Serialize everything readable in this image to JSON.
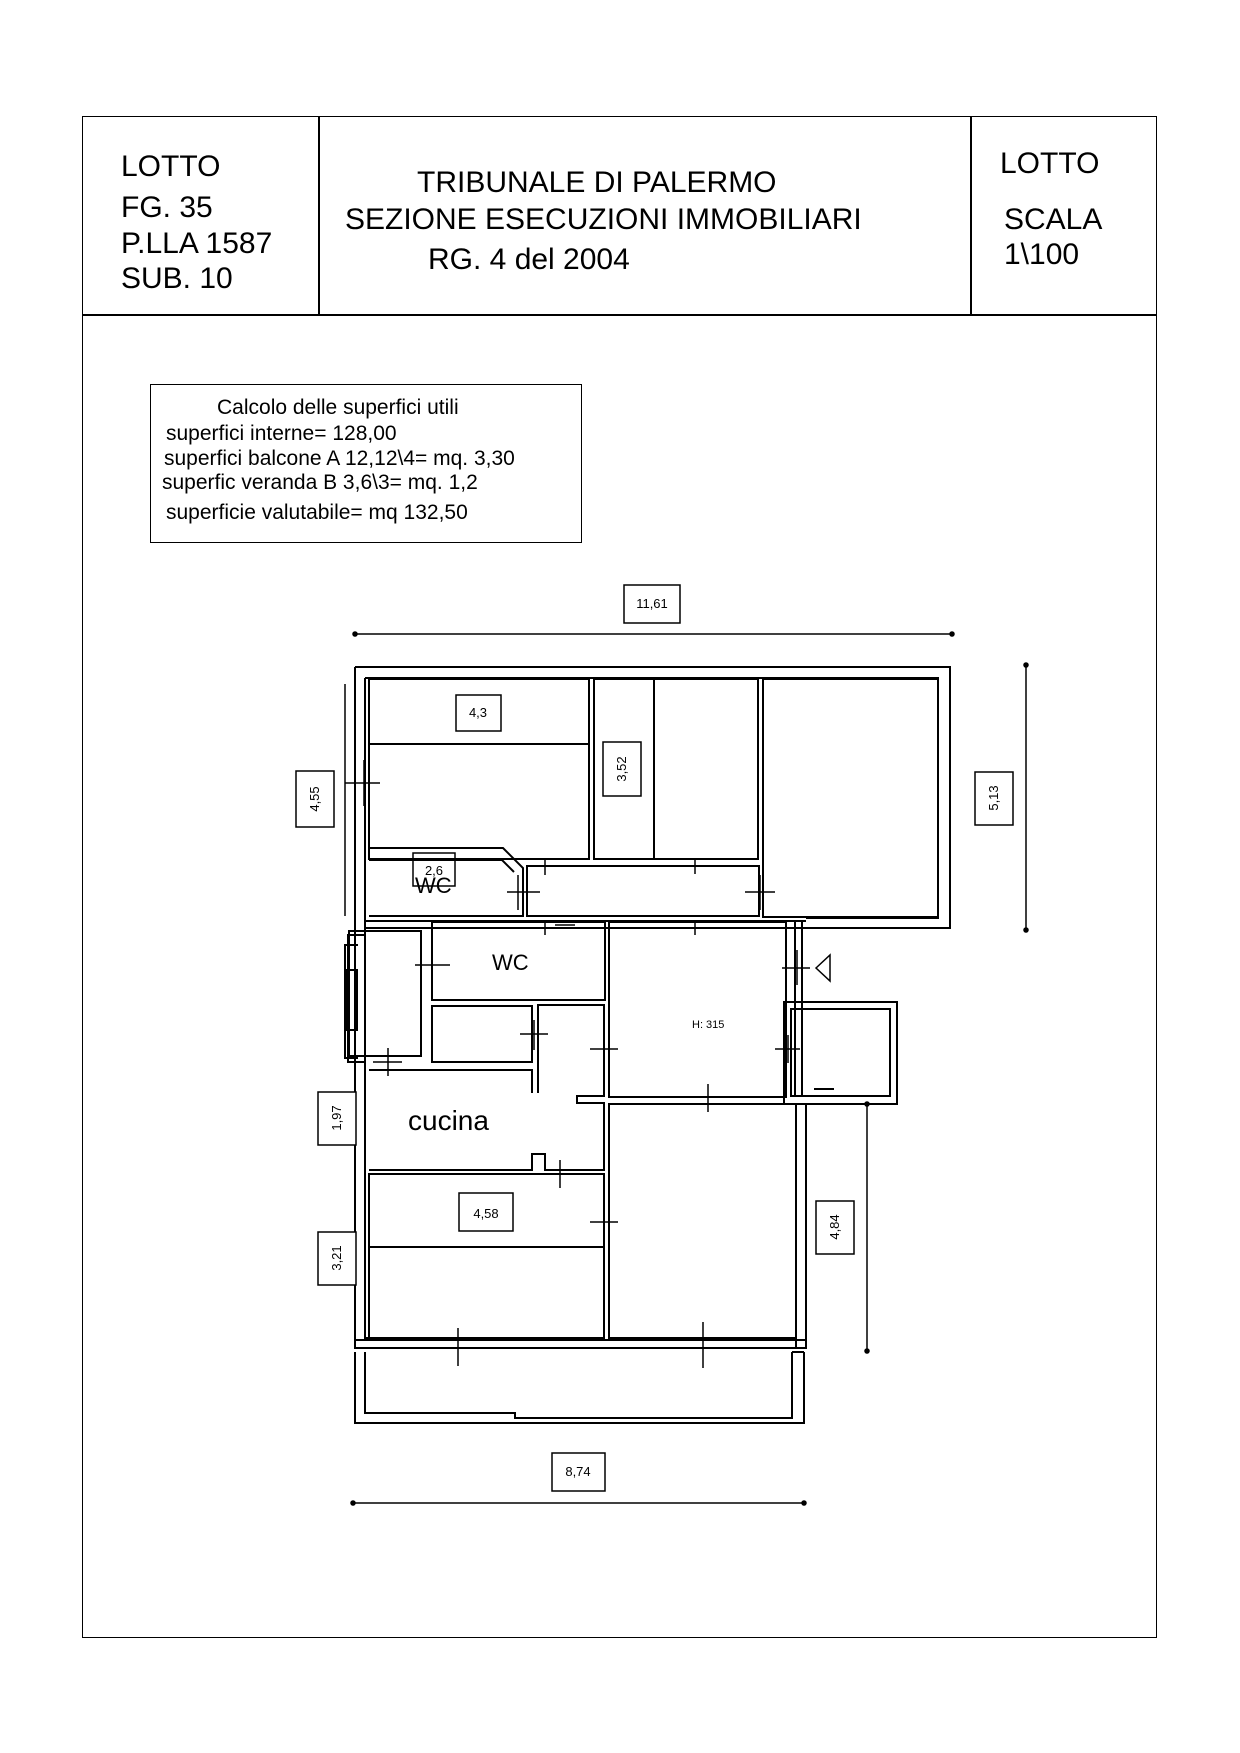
{
  "header": {
    "left": {
      "line1": "LOTTO",
      "line2": "FG.  35",
      "line3": "P.LLA 1587",
      "line4": "SUB. 10"
    },
    "center": {
      "line1": "TRIBUNALE DI PALERMO",
      "line2": "SEZIONE ESECUZIONI IMMOBILIARI",
      "line3": "RG. 4 del 2004"
    },
    "right": {
      "line1": "LOTTO",
      "line2": "SCALA",
      "line3": "1\\100"
    }
  },
  "calc": {
    "title": "Calcolo delle superfici utili",
    "l1": "superfici interne= 128,00",
    "l2": "superfici balcone A 12,12\\4= mq. 3,30",
    "l3": "superfic veranda B 3,6\\3= mq. 1,2",
    "l4": "superficie valutabile=  mq 132,50"
  },
  "plan": {
    "dim_top": "11,61",
    "dim_bottom": "8,74",
    "dim_left_1": "4,55",
    "dim_left_2": "1,97",
    "dim_left_3": "3,21",
    "dim_right_1": "5,13",
    "dim_right_2": "4,84",
    "dim_room_1": "4,3",
    "dim_room_2": "3,52",
    "dim_room_3": "2,6",
    "dim_room_4": "4,58",
    "label_wc_1": "WC",
    "label_wc_2": "WC",
    "label_cucina": "cucina",
    "label_height": "H: 315"
  }
}
